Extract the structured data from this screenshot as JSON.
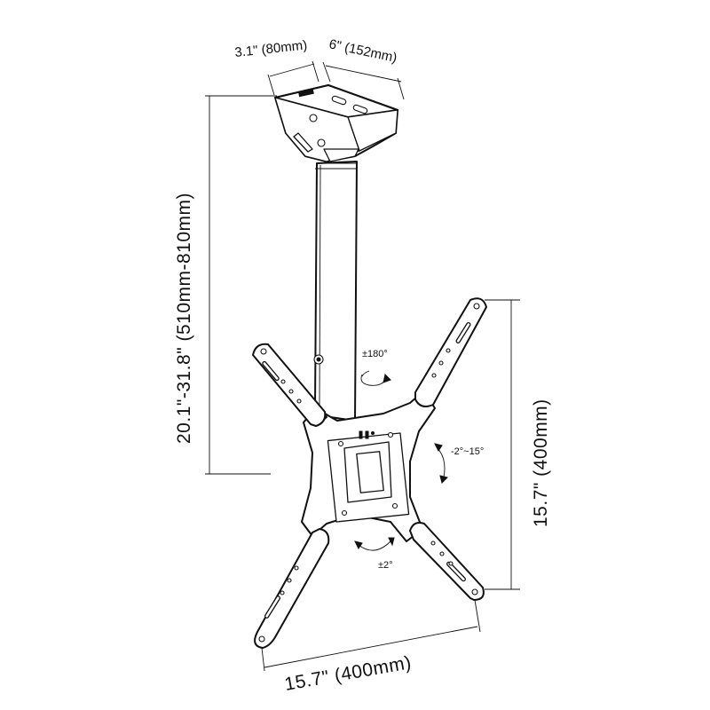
{
  "dimensions": {
    "plate_depth": "3.1\" (80mm)",
    "plate_width": "6\" (152mm)",
    "pole_height": "20.1\"-31.8\" (510mm-810mm)",
    "vesa_height": "15.7\" (400mm)",
    "vesa_width": "15.7\" (400mm)"
  },
  "angles": {
    "swivel": "±180°",
    "tilt": "-2°~15°",
    "level": "±2°"
  },
  "colors": {
    "line": "#111111",
    "background": "#ffffff"
  }
}
